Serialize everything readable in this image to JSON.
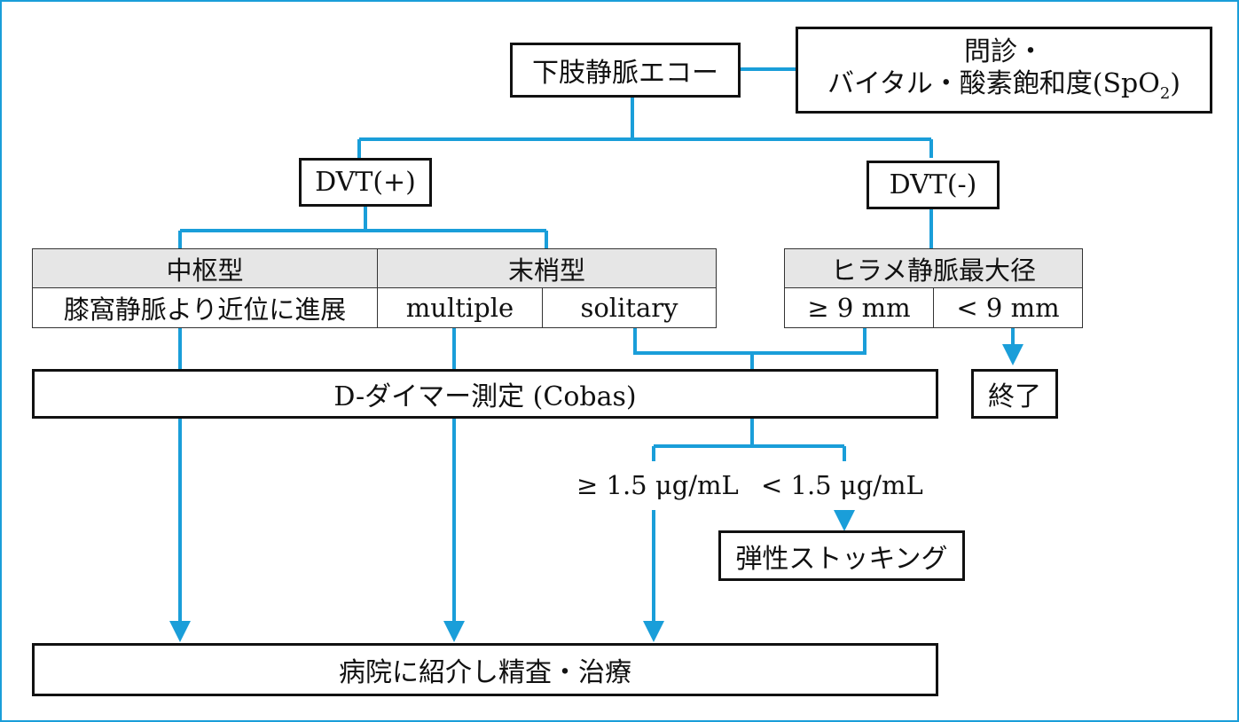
{
  "colors": {
    "connector": "#1a9ed9",
    "border": "#111111",
    "header_fill": "#e6e6e6"
  },
  "nodes": {
    "echo": "下肢静脈エコー",
    "interview_line1": "問診・",
    "interview_line2_pre": "バイタル・酸素飽和度(SpO",
    "interview_line2_sub": "2",
    "interview_line2_post": ")",
    "dvt_pos": "DVT(+)",
    "dvt_neg": "DVT(-)",
    "ddimer": "D-ダイマー測定 (Cobas)",
    "end": "終了",
    "stocking": "弾性ストッキング",
    "hospital": "病院に紹介し精査・治療"
  },
  "table_left": {
    "central_header": "中枢型",
    "central_value": "膝窩静脈より近位に進展",
    "peripheral_header": "末梢型",
    "peripheral_multiple": "multiple",
    "peripheral_solitary": "solitary"
  },
  "table_right": {
    "header": "ヒラメ静脈最大径",
    "ge_9": "≥ 9 mm",
    "lt_9": "< 9 mm"
  },
  "thresholds": {
    "ge": "≥ 1.5 μg/mL",
    "lt": "< 1.5 μg/mL"
  }
}
